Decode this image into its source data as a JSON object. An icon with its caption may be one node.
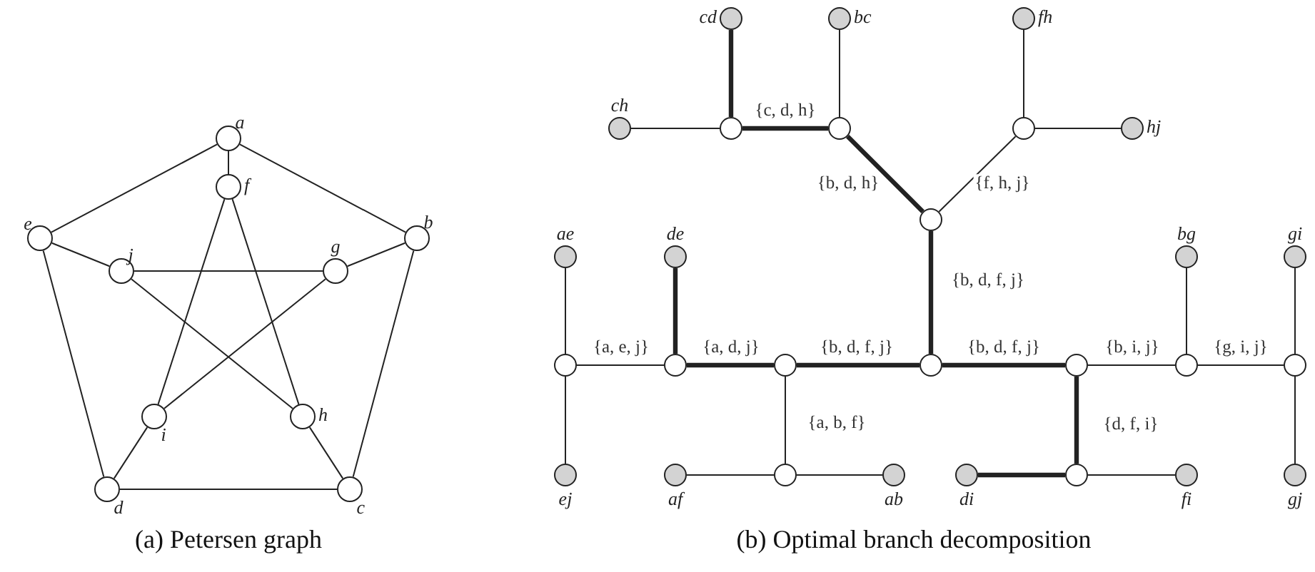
{
  "diagram": {
    "nodes": [
      {
        "text": [
          "a"
        ]
      },
      {
        "text": [
          "b"
        ]
      },
      {
        "text": [
          "c"
        ]
      },
      {
        "text": [
          "d"
        ]
      },
      {
        "text": [
          "e"
        ]
      },
      {
        "text": [
          "f"
        ]
      },
      {
        "text": [
          "g"
        ]
      },
      {
        "text": [
          "h"
        ]
      },
      {
        "text": [
          "i"
        ]
      },
      {
        "text": [
          "j"
        ]
      },
      {
        "text": [
          "cd"
        ]
      },
      {
        "text": [
          "bc"
        ]
      },
      {
        "text": [
          "fh"
        ]
      },
      {
        "text": [
          "ch"
        ]
      },
      {
        "text": [],
        "shape": "circle"
      },
      {
        "text": [],
        "shape": "circle"
      },
      {
        "text": [],
        "shape": "circle"
      },
      {
        "text": [
          "hj"
        ]
      },
      {
        "text": [],
        "shape": "circle"
      },
      {
        "text": [
          "ae"
        ]
      },
      {
        "text": [
          "de"
        ]
      },
      {
        "text": [
          "bg"
        ]
      },
      {
        "text": [
          "gi"
        ]
      },
      {
        "text": [],
        "shape": "circle"
      },
      {
        "text": [],
        "shape": "circle"
      },
      {
        "text": [],
        "shape": "circle"
      },
      {
        "text": [],
        "shape": "circle"
      },
      {
        "text": [],
        "shape": "circle"
      },
      {
        "text": [],
        "shape": "circle"
      },
      {
        "text": [],
        "shape": "circle"
      },
      {
        "text": [
          "ej"
        ]
      },
      {
        "text": [
          "af"
        ]
      },
      {
        "text": [],
        "shape": "circle"
      },
      {
        "text": [
          "ab"
        ]
      },
      {
        "text": [
          "di"
        ]
      },
      {
        "text": [],
        "shape": "circle"
      },
      {
        "text": [
          "fi"
        ]
      },
      {
        "text": [
          "gj"
        ]
      }
    ],
    "edges": [
      {
        "from": 0,
        "to": 1,
        "arrow": "none"
      },
      {
        "from": 1,
        "to": 2,
        "arrow": "none"
      },
      {
        "from": 2,
        "to": 3,
        "arrow": "none"
      },
      {
        "from": 3,
        "to": 4,
        "arrow": "none"
      },
      {
        "from": 4,
        "to": 0,
        "arrow": "none"
      },
      {
        "from": 0,
        "to": 5,
        "arrow": "none"
      },
      {
        "from": 1,
        "to": 6,
        "arrow": "none"
      },
      {
        "from": 2,
        "to": 7,
        "arrow": "none"
      },
      {
        "from": 3,
        "to": 8,
        "arrow": "none"
      },
      {
        "from": 4,
        "to": 9,
        "arrow": "none"
      },
      {
        "from": 5,
        "to": 7,
        "arrow": "none"
      },
      {
        "from": 7,
        "to": 9,
        "arrow": "none"
      },
      {
        "from": 9,
        "to": 6,
        "arrow": "none"
      },
      {
        "from": 6,
        "to": 8,
        "arrow": "none"
      },
      {
        "from": 8,
        "to": 5,
        "arrow": "none"
      },
      {
        "from": 10,
        "to": 14,
        "arrow": "none",
        "style": "thick"
      },
      {
        "from": 13,
        "to": 14,
        "arrow": "none"
      },
      {
        "from": 14,
        "to": 15,
        "arrow": "none",
        "style": "thick",
        "label": "{c, d, h}"
      },
      {
        "from": 11,
        "to": 15,
        "arrow": "none"
      },
      {
        "from": 15,
        "to": 18,
        "arrow": "none",
        "style": "thick",
        "label": "{b, d, h}"
      },
      {
        "from": 12,
        "to": 16,
        "arrow": "none"
      },
      {
        "from": 16,
        "to": 17,
        "arrow": "none"
      },
      {
        "from": 16,
        "to": 18,
        "arrow": "none",
        "label": "{f, h, j}"
      },
      {
        "from": 18,
        "to": 26,
        "arrow": "none",
        "style": "thick",
        "label": "{b, d, f, j}"
      },
      {
        "from": 19,
        "to": 23,
        "arrow": "none"
      },
      {
        "from": 23,
        "to": 30,
        "arrow": "none"
      },
      {
        "from": 23,
        "to": 24,
        "arrow": "none",
        "label": "{a, e, j}"
      },
      {
        "from": 20,
        "to": 24,
        "arrow": "none",
        "style": "thick"
      },
      {
        "from": 24,
        "to": 25,
        "arrow": "none",
        "style": "thick",
        "label": "{a, d, j}"
      },
      {
        "from": 25,
        "to": 26,
        "arrow": "none",
        "style": "thick",
        "label": "{b, d, f, j}"
      },
      {
        "from": 25,
        "to": 32,
        "arrow": "none",
        "label": "{a, b, f}"
      },
      {
        "from": 31,
        "to": 32,
        "arrow": "none"
      },
      {
        "from": 32,
        "to": 33,
        "arrow": "none"
      },
      {
        "from": 26,
        "to": 27,
        "arrow": "none",
        "style": "thick",
        "label": "{b, d, f, j}"
      },
      {
        "from": 27,
        "to": 35,
        "arrow": "none",
        "style": "thick",
        "label": "{d, f, i}"
      },
      {
        "from": 34,
        "to": 35,
        "arrow": "none",
        "style": "thick"
      },
      {
        "from": 35,
        "to": 36,
        "arrow": "none"
      },
      {
        "from": 27,
        "to": 28,
        "arrow": "none",
        "label": "{b, i, j}"
      },
      {
        "from": 21,
        "to": 28,
        "arrow": "none"
      },
      {
        "from": 28,
        "to": 29,
        "arrow": "none",
        "label": "{g, i, j}"
      },
      {
        "from": 22,
        "to": 29,
        "arrow": "none"
      },
      {
        "from": 29,
        "to": 37,
        "arrow": "none"
      }
    ],
    "labels": [
      "(a) Petersen graph",
      "(b) Optimal branch decomposition"
    ]
  }
}
